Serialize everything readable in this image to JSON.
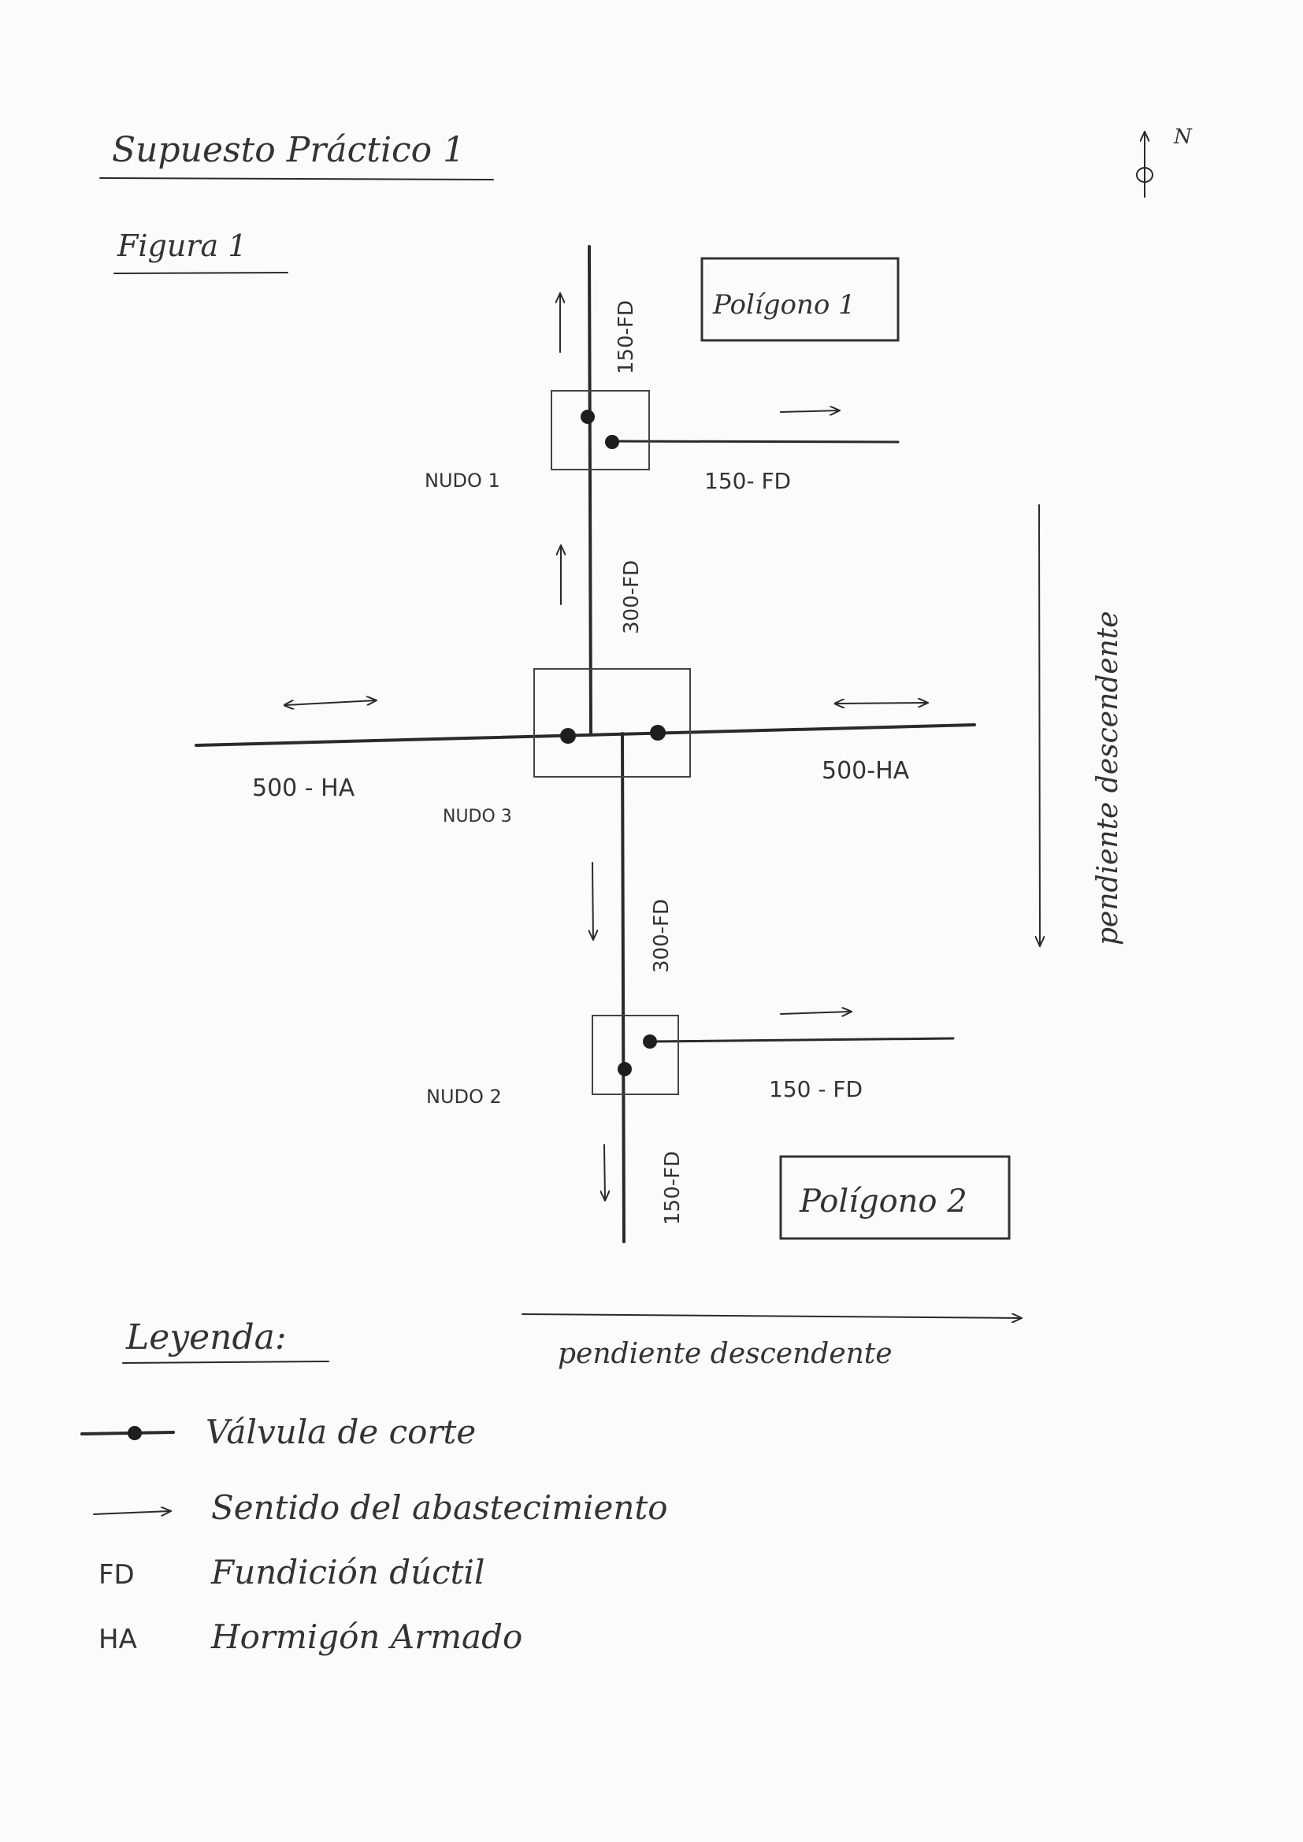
{
  "title": "Supuesto Práctico 1",
  "figure_label": "Figura 1",
  "north_label": "N",
  "polygons": [
    "Polígono 1",
    "Polígono 2"
  ],
  "nodes": [
    "NUDO 1",
    "NUDO 3",
    "NUDO 2"
  ],
  "pipes": {
    "north_vertical": "150-FD",
    "nodo1_branch": "150- FD",
    "upper_main": "300-FD",
    "west_main": "500 - HA",
    "east_main": "500-HA",
    "lower_main": "300-FD",
    "nodo2_branch": "150 - FD",
    "south_vertical": "150-FD"
  },
  "slope_vertical": "pendiente descendente",
  "slope_horizontal": "pendiente descendente",
  "legend": {
    "title": "Leyenda:",
    "items": [
      {
        "symbol": "valve",
        "label": "Válvula de corte"
      },
      {
        "symbol": "arrow",
        "label": "Sentido del abastecimiento"
      },
      {
        "symbol": "FD",
        "label": "Fundición dúctil"
      },
      {
        "symbol": "HA",
        "label": "Hormigón Armado"
      }
    ]
  }
}
